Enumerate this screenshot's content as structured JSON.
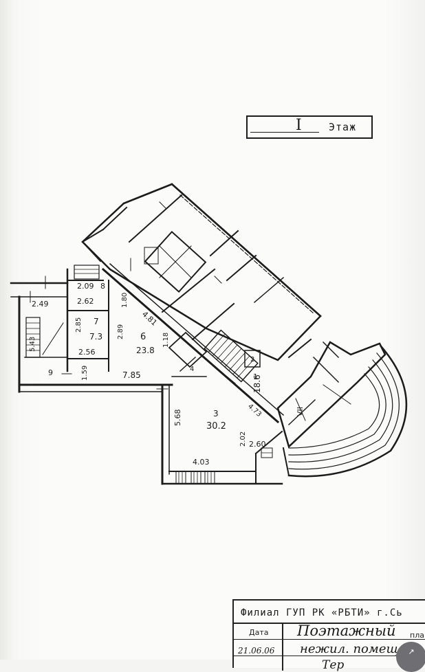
{
  "title": {
    "floor_numeral": "I",
    "floor_word": "Этаж"
  },
  "stamp": {
    "org": "Филиал ГУП РК «РБТИ» г.Сь",
    "date_label": "Дата",
    "date": "21.06.06",
    "handwriting_1": "Поэтажный",
    "plan_word": "план",
    "handwriting_2": "нежил. помещ",
    "handwriting_3": "Тер"
  },
  "plan_labels": {
    "d_209": "2.09",
    "d_8": "8",
    "d_249": "2.49",
    "d_262": "2.62",
    "d_180": "1.80",
    "d_285": "2.85",
    "r7_num": "7",
    "r7_area": "7.3",
    "d_289": "2.89",
    "d_256": "2.56",
    "d_481": "4.81",
    "r6_num": "6",
    "r6_area": "23.8",
    "d_118": "1.18",
    "d_4": "4",
    "d_543": "5.43",
    "d_9": "9",
    "d_159": "1.59",
    "d_785": "7.85",
    "r2_num": "2",
    "r1_num": "1",
    "r1_area": "18.6",
    "d_473": "4.73",
    "vii": "VII",
    "d_568": "5.68",
    "r3_num": "3",
    "r3_area": "30.2",
    "d_202": "2.02",
    "d_260": "2.60",
    "d_403": "4.03"
  },
  "corner_button": {
    "label": "↗"
  }
}
